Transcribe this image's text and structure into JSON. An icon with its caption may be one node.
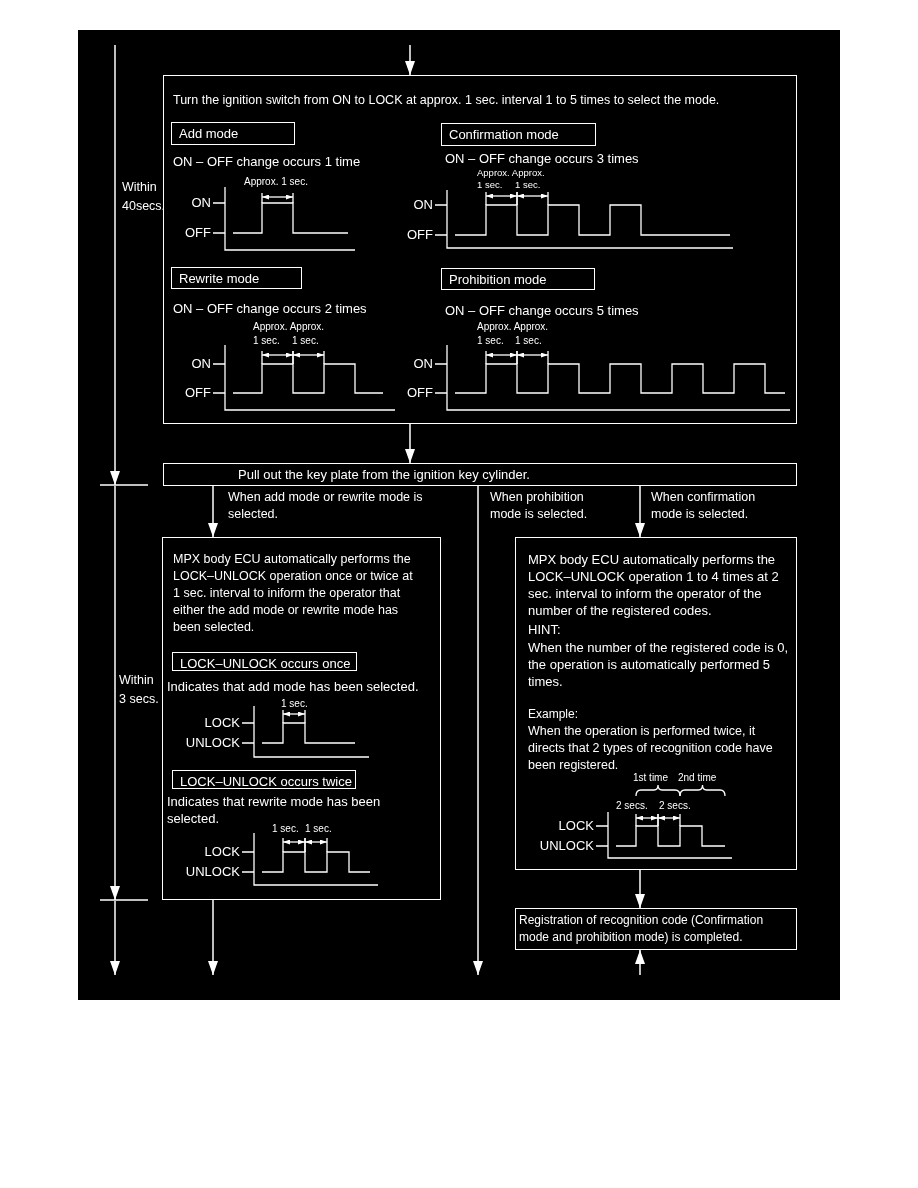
{
  "diagram": {
    "nodes": [
      {
        "text": [
          "Turn the ignition switch from ON to LOCK at approx. 1 sec. interval 1 to 5 times to select the mode."
        ]
      },
      {
        "text": [
          "Add mode"
        ],
        "in": 0,
        "beside": [
          "ON – OFF change occurs 1 time"
        ]
      },
      {
        "text": [
          "Confirmation mode"
        ],
        "in": 0,
        "beside": [
          "ON – OFF change occurs 3 times"
        ]
      },
      {
        "text": [
          "Rewrite mode"
        ],
        "in": 0,
        "beside": [
          "ON – OFF change occurs 2 times"
        ]
      },
      {
        "text": [
          "Prohibition mode"
        ],
        "in": 0,
        "beside": [
          "ON – OFF change occurs 5 times"
        ]
      },
      {
        "text": [
          "Pull out the key plate from the ignition key cylinder."
        ]
      },
      {
        "text": [
          "MPX body ECU automatically performs the LOCK–UNLOCK operation once or twice at 1 sec. interval to iniform the operator that either the add mode or rewrite mode has been selected."
        ]
      },
      {
        "text": [
          "LOCK–UNLOCK occurs once"
        ],
        "in": 6,
        "beside": [
          "Indicates that add mode has been selected."
        ]
      },
      {
        "text": [
          "LOCK–UNLOCK occurs twice"
        ],
        "in": 6,
        "beside": [
          "Indicates that rewrite mode has been selected."
        ]
      },
      {
        "text": [
          "MPX body ECU automatically performs the LOCK–UNLOCK operation 1 to 4 times at 2 sec. interval to inform the operator of the number of the registered codes.",
          "HINT:",
          "When the number of the registered code is 0, the operation is automatically performed 5 times.",
          "Example:",
          "When the operation is performed twice, it directs that 2 types of recognition code have been registered."
        ]
      },
      {
        "text": [
          "Registration of recognition code (Confirmation mode and prohibition mode) is completed."
        ]
      }
    ],
    "edges": [
      {
        "from": null,
        "to": 0,
        "arrow": "to"
      },
      {
        "from": 0,
        "to": 5,
        "arrow": "to"
      },
      {
        "from": 5,
        "to": 6,
        "arrow": "to",
        "label": "When add mode or rewrite mode is selected."
      },
      {
        "from": 5,
        "to": null,
        "arrow": "to",
        "label": "When prohibition mode is selected."
      },
      {
        "from": 5,
        "to": 9,
        "arrow": "to",
        "label": "When confirmation mode is selected."
      },
      {
        "from": 6,
        "to": null,
        "arrow": "to"
      },
      {
        "from": 9,
        "to": 10,
        "arrow": "to"
      },
      {
        "from": null,
        "to": 10,
        "arrow": "to"
      }
    ],
    "labels": [
      "Within 40secs.",
      "Approx. 1 sec.",
      "ON",
      "OFF",
      "Approx. Approx.",
      "1 sec.",
      "1 sec.",
      "ON",
      "OFF",
      "Approx. Approx.",
      "1 sec.",
      "1 sec.",
      "ON",
      "OFF",
      "Approx. Approx.",
      "1 sec.",
      "1 sec.",
      "ON",
      "OFF",
      "Within 3 secs.",
      "1 sec.",
      "LOCK",
      "UNLOCK",
      "1 sec.",
      "1 sec.",
      "LOCK",
      "UNLOCK",
      "1st time",
      "2nd time",
      "2 secs.",
      "2 secs.",
      "LOCK",
      "UNLOCK"
    ]
  }
}
